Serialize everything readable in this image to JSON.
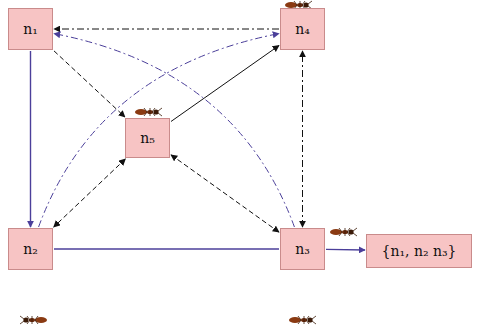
{
  "diagram": {
    "nodes": [
      {
        "text": [
          "n₁"
        ]
      },
      {
        "text": [
          "n₄"
        ]
      },
      {
        "text": [
          "n₅"
        ]
      },
      {
        "text": [
          "n₂"
        ]
      },
      {
        "text": [
          "n₃"
        ]
      },
      {
        "text": [
          "{n₁, n₂ n₃}"
        ]
      }
    ],
    "edges": [
      {
        "from": 0,
        "to": 3,
        "arrow": "to"
      },
      {
        "from": 3,
        "to": 4,
        "arrow": "none"
      },
      {
        "from": 4,
        "to": 5,
        "arrow": "to"
      },
      {
        "from": 0,
        "to": 2,
        "arrow": "to"
      },
      {
        "from": 1,
        "to": 0,
        "arrow": "to"
      },
      {
        "from": 2,
        "to": 1,
        "arrow": "to"
      },
      {
        "from": 2,
        "to": 3,
        "arrow": "both"
      },
      {
        "from": 2,
        "to": 4,
        "arrow": "both"
      },
      {
        "from": 4,
        "to": 1,
        "arrow": "both"
      },
      {
        "from": 3,
        "to": 1,
        "arrow": "to"
      },
      {
        "from": 4,
        "to": 0,
        "arrow": "to"
      }
    ]
  }
}
